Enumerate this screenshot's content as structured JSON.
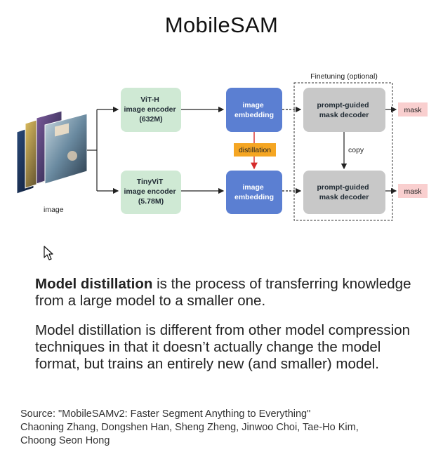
{
  "slide": {
    "title": "MobileSAM"
  },
  "diagram": {
    "image_label": "image",
    "finetuning_label": "Finetuning (optional)",
    "vith": {
      "line1": "ViT-H",
      "line2": "image encoder",
      "line3": "(632M)"
    },
    "tinyvit": {
      "line1": "TinyViT",
      "line2": "image encoder",
      "line3": "(5.78M)"
    },
    "embedding_top": {
      "line1": "image",
      "line2": "embedding"
    },
    "embedding_bottom": {
      "line1": "image",
      "line2": "embedding"
    },
    "decoder_top": {
      "line1": "prompt-guided",
      "line2": "mask decoder"
    },
    "decoder_bottom": {
      "line1": "prompt-guided",
      "line2": "mask decoder"
    },
    "distillation_label": "distillation",
    "copy_label": "copy",
    "mask_top": "mask",
    "mask_bottom": "mask",
    "colors": {
      "encoder_fill": "#cfe9d4",
      "embedding_fill": "#5b7fd2",
      "decoder_fill": "#c8c8c8",
      "distill_fill": "#f5a623",
      "mask_fill": "#f9cfcf",
      "arrow_red": "#d62b2b"
    }
  },
  "content": {
    "p1_bold": "Model distillation",
    "p1_rest": " is the process of transferring knowledge from a large model to a smaller one.",
    "p2": "Model distillation is different from other model compression techniques in that it doesn’t actually change the model format, but trains an entirely new (and smaller) model."
  },
  "source": {
    "line1": "Source: \"MobileSAMv2: Faster Segment Anything to Everything\"",
    "line2": "Chaoning Zhang, Dongshen Han, Sheng Zheng, Jinwoo Choi, Tae-Ho Kim,",
    "line3": "Choong Seon Hong"
  },
  "icons": {
    "cursor": "mouse-pointer-icon"
  }
}
